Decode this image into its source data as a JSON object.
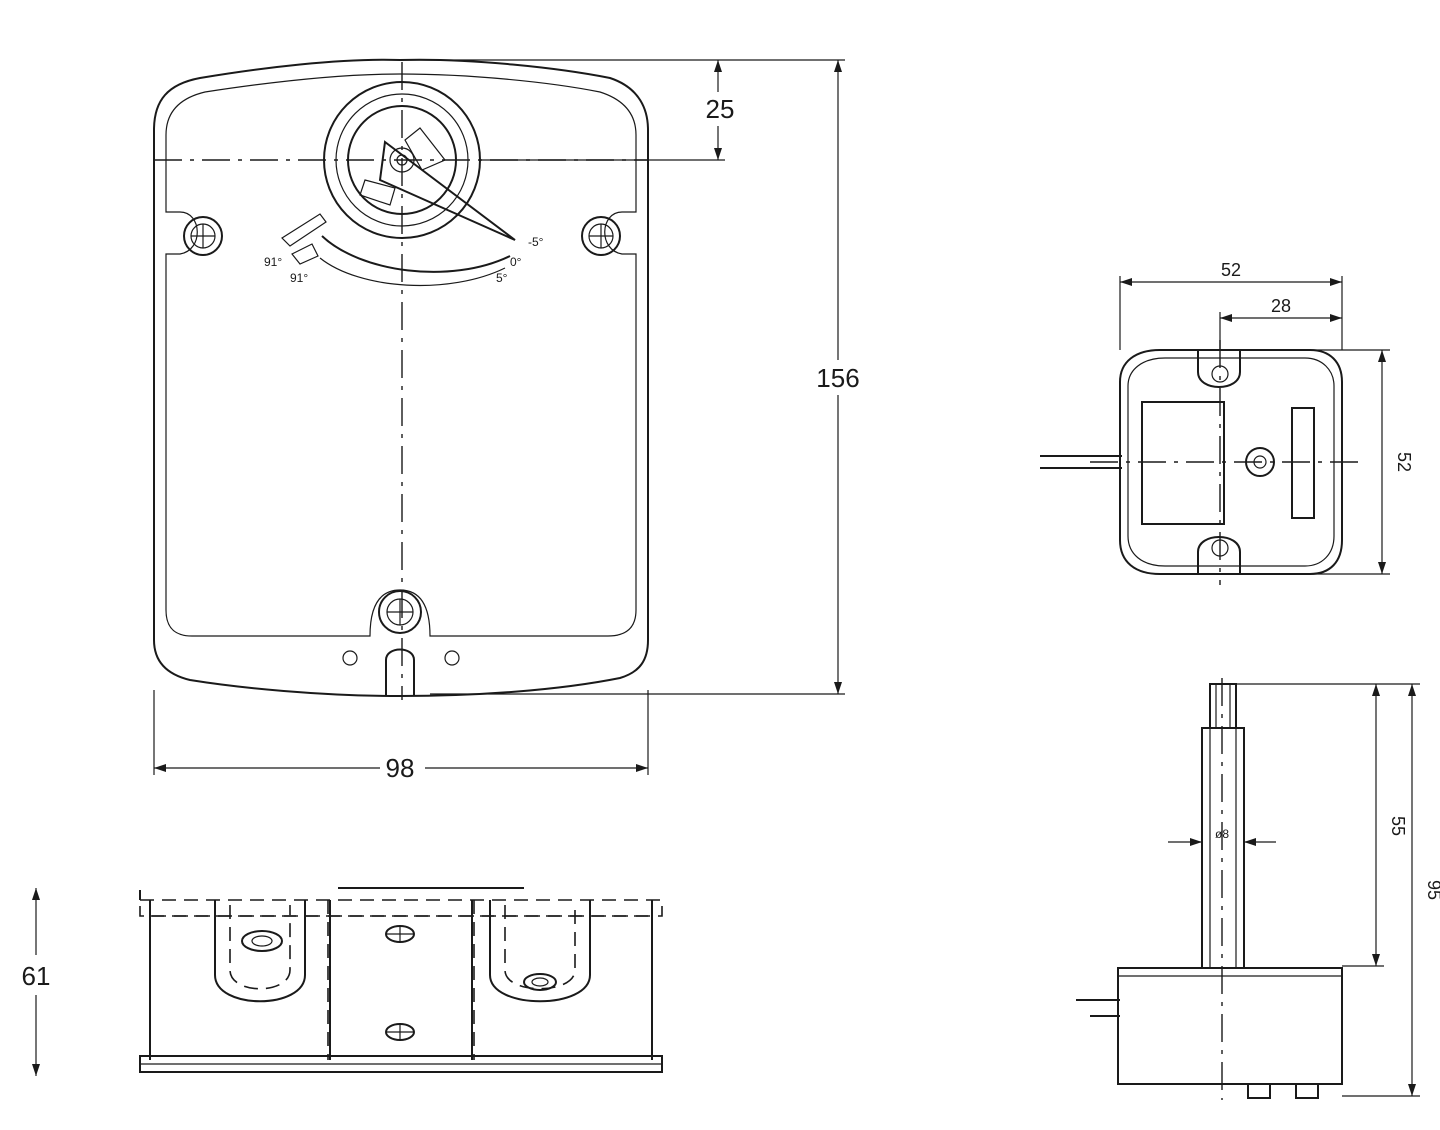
{
  "front_view": {
    "dim_width": "98",
    "dim_height": "156",
    "dim_shaft_offset": "25",
    "angle_labels": {
      "minus5_top": "-5°",
      "zero": "0°",
      "five": "5°",
      "ninety_one_top": "91°",
      "ninety_one_bottom": "91°"
    }
  },
  "bottom_view": {
    "dim_depth": "61"
  },
  "sensor_top_view": {
    "dim_width": "52",
    "dim_offset": "28",
    "dim_height": "52"
  },
  "sensor_side_view": {
    "dim_diameter": "ø8",
    "dim_probe_length": "55",
    "dim_total_length": "95"
  }
}
